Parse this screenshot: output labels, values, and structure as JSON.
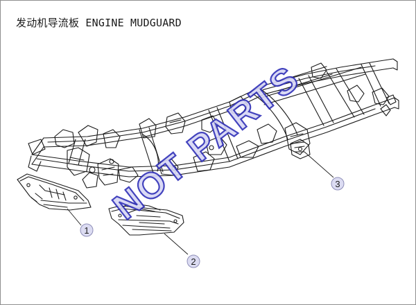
{
  "title": "发动机导流板 ENGINE MUDGUARD",
  "watermark": "NOT PARTS",
  "callouts": [
    {
      "label": "1",
      "part": "front-mudguard"
    },
    {
      "label": "2",
      "part": "center-mudguard"
    },
    {
      "label": "3",
      "part": "rear-mount-bracket"
    }
  ],
  "colors": {
    "line": "#1a1a1a",
    "callout_fill": "#dcdcf2",
    "callout_stroke": "#8e8eb8",
    "watermark_fill": "#d7d7f4",
    "watermark_stroke": "#2f2fb8",
    "border": "#8f8f8f"
  }
}
